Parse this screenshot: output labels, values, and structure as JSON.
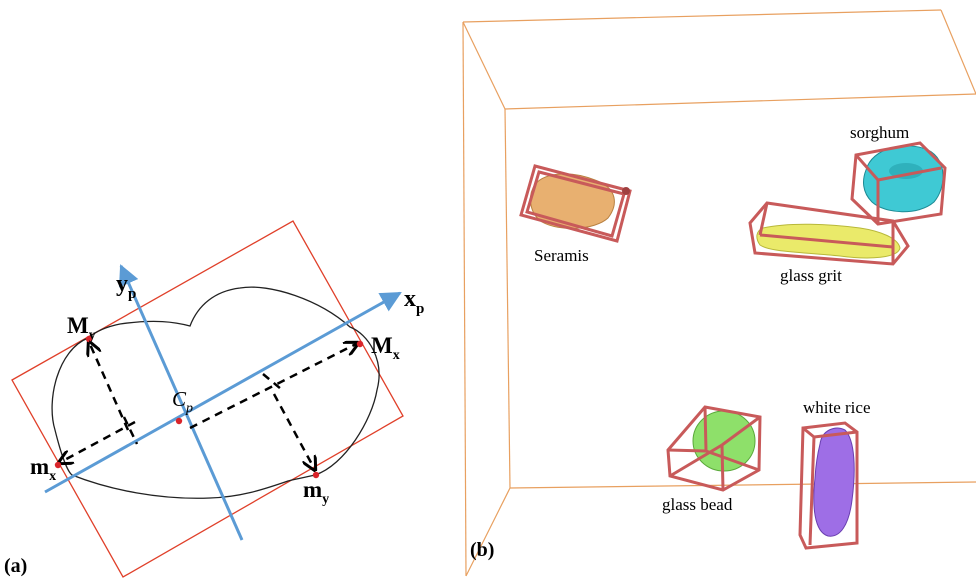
{
  "panel_a": {
    "panel_label": "(a)",
    "axis_x": {
      "main": "x",
      "sub": "p"
    },
    "axis_y": {
      "main": "y",
      "sub": "p"
    },
    "center": {
      "main": "C",
      "sub": "p"
    },
    "max_x": {
      "main": "M",
      "sub": "x"
    },
    "max_y": {
      "main": "M",
      "sub": "y"
    },
    "min_x": {
      "main": "m",
      "sub": "x"
    },
    "min_y": {
      "main": "m",
      "sub": "y"
    },
    "colors": {
      "bounding_box": "#e0402a",
      "axes": "#5b9bd5",
      "outline": "#222222",
      "points": "#d9242a"
    }
  },
  "panel_b": {
    "panel_label": "(b)",
    "objects": [
      {
        "label": "Seramis",
        "color": "#e8b070"
      },
      {
        "label": "sorghum",
        "color": "#3fc9d4"
      },
      {
        "label": "glass grit",
        "color": "#eaea6a"
      },
      {
        "label": "glass bead",
        "color": "#8ee06a"
      },
      {
        "label": "white rice",
        "color": "#9e6ee6"
      }
    ],
    "colors": {
      "container": "#e8a060",
      "boxes": "#c85a5a"
    }
  }
}
